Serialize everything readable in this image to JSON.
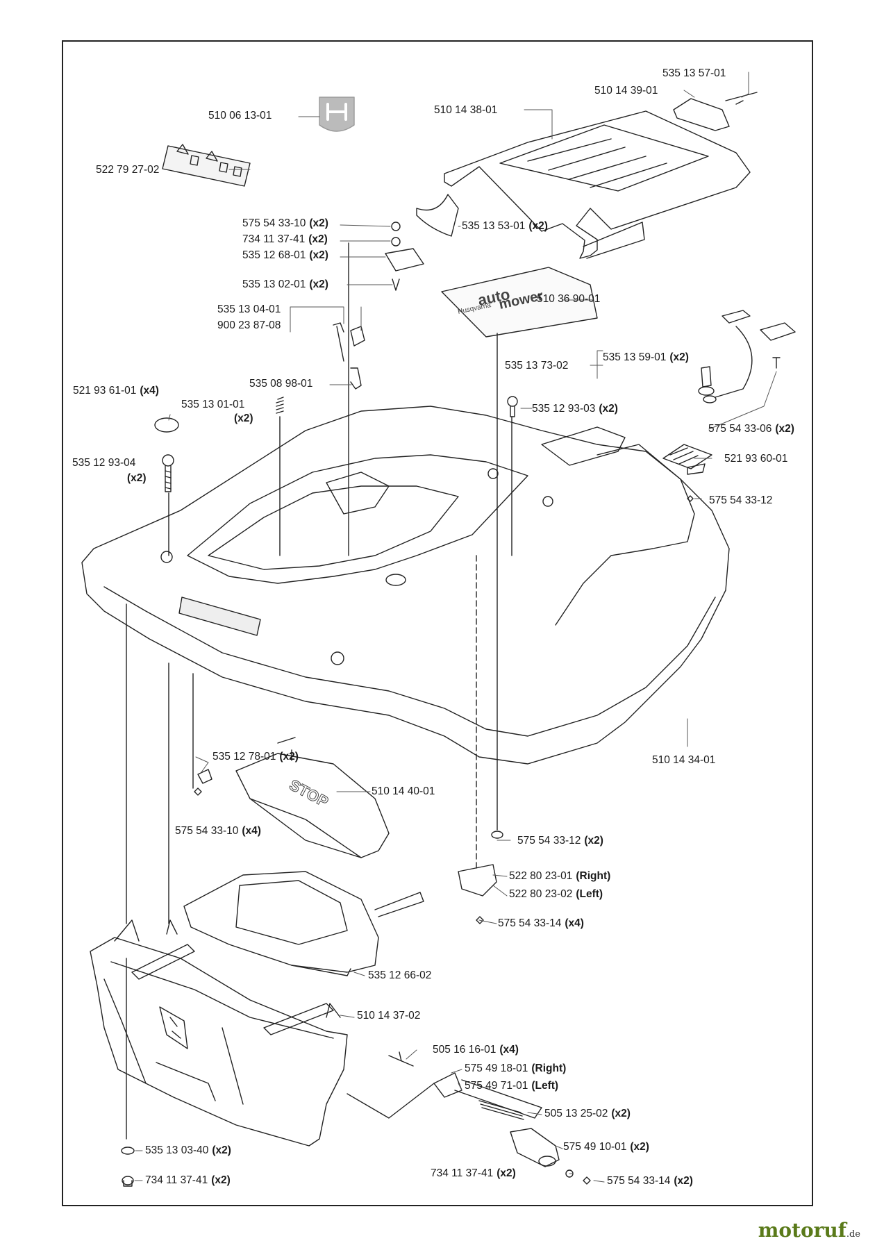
{
  "parts": [
    {
      "id": "p1",
      "code": "535 13 57-01",
      "qty": ""
    },
    {
      "id": "p2",
      "code": "510 14 39-01",
      "qty": ""
    },
    {
      "id": "p3",
      "code": "510 06 13-01",
      "qty": ""
    },
    {
      "id": "p4",
      "code": "510 14 38-01",
      "qty": ""
    },
    {
      "id": "p5",
      "code": "522 79 27-02",
      "qty": ""
    },
    {
      "id": "p6",
      "code": "575 54 33-10",
      "qty": "(x2)"
    },
    {
      "id": "p7",
      "code": "734 11 37-41",
      "qty": "(x2)"
    },
    {
      "id": "p8",
      "code": "535 12 68-01",
      "qty": "(x2)"
    },
    {
      "id": "p9",
      "code": "535 13 53-01",
      "qty": "(x2)"
    },
    {
      "id": "p10",
      "code": "535 13 02-01",
      "qty": "(x2)"
    },
    {
      "id": "p11",
      "code": "510 36 90-01",
      "qty": ""
    },
    {
      "id": "p12",
      "code": "535 13 04-01",
      "qty": ""
    },
    {
      "id": "p13",
      "code": "900 23 87-08",
      "qty": ""
    },
    {
      "id": "p14",
      "code": "535 13 59-01",
      "qty": "(x2)"
    },
    {
      "id": "p15",
      "code": "535 13 73-02",
      "qty": ""
    },
    {
      "id": "p16",
      "code": "535 08 98-01",
      "qty": ""
    },
    {
      "id": "p17",
      "code": "521 93 61-01",
      "qty": "(x4)"
    },
    {
      "id": "p18",
      "code": "535 13 01-01",
      "qty": ""
    },
    {
      "id": "p18q",
      "code": "",
      "qty": "(x2)"
    },
    {
      "id": "p19",
      "code": "535 12 93-03",
      "qty": "(x2)"
    },
    {
      "id": "p20",
      "code": "575 54 33-06",
      "qty": "(x2)"
    },
    {
      "id": "p21",
      "code": "535 12 93-04",
      "qty": ""
    },
    {
      "id": "p21q",
      "code": "",
      "qty": "(x2)"
    },
    {
      "id": "p22",
      "code": "521 93 60-01",
      "qty": ""
    },
    {
      "id": "p23",
      "code": "575 54 33-12",
      "qty": ""
    },
    {
      "id": "p24",
      "code": "510 14 34-01",
      "qty": ""
    },
    {
      "id": "p25",
      "code": "535 12 78-01",
      "qty": "(x2)"
    },
    {
      "id": "p26",
      "code": "510 14 40-01",
      "qty": ""
    },
    {
      "id": "p27",
      "code": "575 54 33-10",
      "qty": "(x4)"
    },
    {
      "id": "p28",
      "code": "575 54 33-12",
      "qty": "(x2)"
    },
    {
      "id": "p29",
      "code": "522 80 23-01",
      "qty": "(Right)"
    },
    {
      "id": "p30",
      "code": "522 80 23-02",
      "qty": "(Left)"
    },
    {
      "id": "p31",
      "code": "575 54 33-14",
      "qty": "(x4)"
    },
    {
      "id": "p32",
      "code": "535 12 66-02",
      "qty": ""
    },
    {
      "id": "p33",
      "code": "510 14 37-02",
      "qty": ""
    },
    {
      "id": "p34",
      "code": "505 16 16-01",
      "qty": "(x4)"
    },
    {
      "id": "p35",
      "code": "575 49 18-01",
      "qty": "(Right)"
    },
    {
      "id": "p36",
      "code": "575 49 71-01",
      "qty": "(Left)"
    },
    {
      "id": "p37",
      "code": "505 13 25-02",
      "qty": "(x2)"
    },
    {
      "id": "p38",
      "code": "734 11 37-41",
      "qty": "(x2)"
    },
    {
      "id": "p39",
      "code": "575 49 10-01",
      "qty": "(x2)"
    },
    {
      "id": "p40",
      "code": "535 13 03-40",
      "qty": "(x2)"
    },
    {
      "id": "p41",
      "code": "734 11 37-41",
      "qty": "(x2)"
    },
    {
      "id": "p42",
      "code": "575 54 33-14",
      "qty": "(x2)"
    }
  ],
  "decal_texts": {
    "stop": "STOP",
    "cover_brand_1": "auto",
    "cover_brand_2": "mower",
    "cover_brand_3": "Husqvarna"
  },
  "watermark": {
    "name": "motoruf",
    "tld": ".de",
    "color": "#5a7a1a"
  }
}
